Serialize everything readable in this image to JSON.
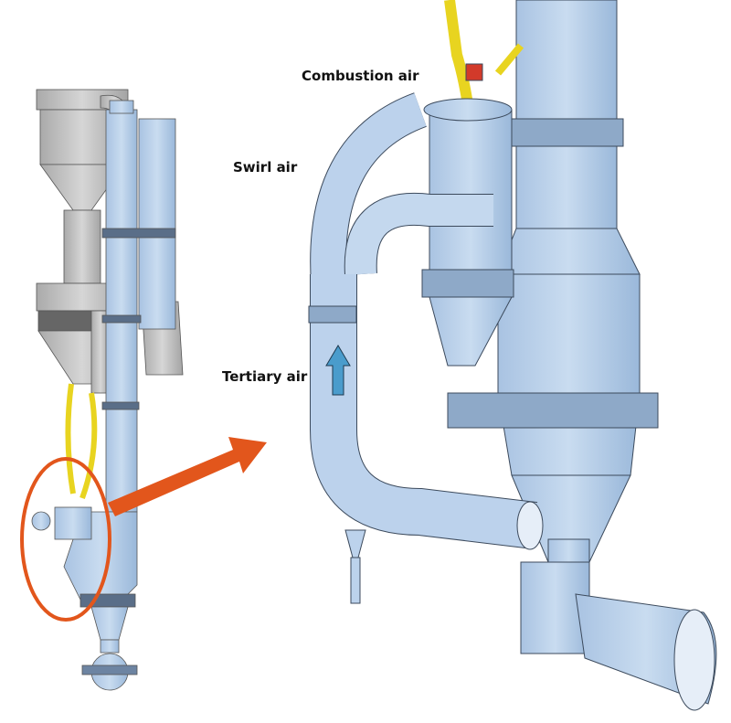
{
  "labels": {
    "combustion_air": "Combustion air",
    "swirl_air": "Swirl air",
    "tertiary_air": "Tertiary air"
  },
  "colors": {
    "duct_blue": "#b9d0ea",
    "duct_blue_dark": "#93b3d6",
    "grey_cyclone": "#c4c4c4",
    "yellow_pipe": "#f2e33a",
    "highlight_orange": "#e2561c",
    "flow_arrow": "#4a9ccc"
  }
}
